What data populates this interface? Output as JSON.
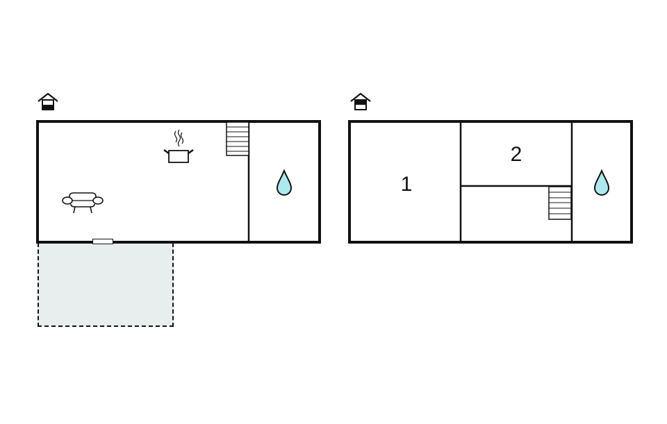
{
  "floorplans": [
    {
      "id": "ground-floor",
      "level_icon": "house-ground-floor-icon",
      "rooms": [
        {
          "name": "living-kitchen",
          "icons": [
            "cooking-pot-icon",
            "armchair-icon",
            "stairs-icon"
          ]
        },
        {
          "name": "bathroom",
          "icons": [
            "water-drop-icon"
          ]
        }
      ],
      "outdoor_area": {
        "name": "terrace",
        "style": "dashed",
        "fill": "#e8eeee"
      },
      "door": true
    },
    {
      "id": "upper-floor",
      "level_icon": "house-upper-floor-icon",
      "rooms": [
        {
          "name": "bedroom-1",
          "label": "1"
        },
        {
          "name": "bedroom-2",
          "label": "2"
        },
        {
          "name": "stair-landing",
          "icons": [
            "stairs-icon"
          ]
        },
        {
          "name": "bathroom",
          "icons": [
            "water-drop-icon"
          ]
        }
      ]
    }
  ],
  "colors": {
    "wall": "#111111",
    "water": "#aee8ef",
    "terrace_fill": "#e8eeee"
  }
}
